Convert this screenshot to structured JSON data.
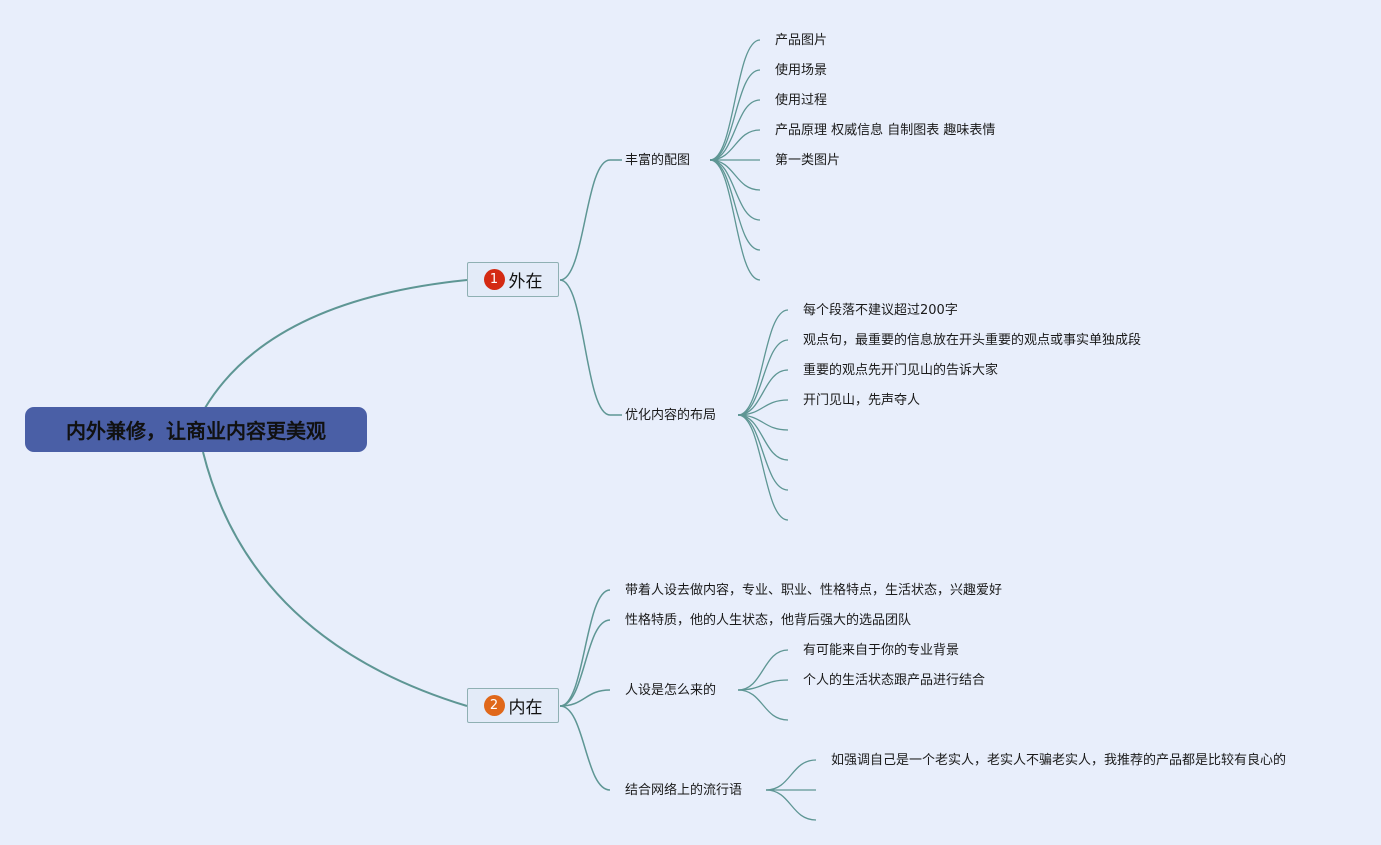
{
  "root": {
    "label": "内外兼修，让商业内容更美观"
  },
  "branches": [
    {
      "badge": "1",
      "badge_color": "#d42a12",
      "label": "外在",
      "children": [
        {
          "label": "丰富的配图",
          "children": [
            "产品图片",
            "使用场景",
            "使用过程",
            "产品原理 权威信息 自制图表 趣味表情",
            "第一类图片",
            "",
            "",
            "",
            ""
          ]
        },
        {
          "label": "优化内容的布局",
          "children": [
            "每个段落不建议超过200字",
            "观点句，最重要的信息放在开头重要的观点或事实单独成段",
            "重要的观点先开门见山的告诉大家",
            "开门见山，先声夺人",
            "",
            "",
            "",
            ""
          ]
        }
      ]
    },
    {
      "badge": "2",
      "badge_color": "#e0681a",
      "label": "内在",
      "children": [
        {
          "label": "带着人设去做内容，专业、职业、性格特点，生活状态，兴趣爱好",
          "children": []
        },
        {
          "label": "性格特质，他的人生状态，他背后强大的选品团队",
          "children": []
        },
        {
          "label": "人设是怎么来的",
          "children": [
            "有可能来自于你的专业背景",
            "个人的生活状态跟产品进行结合",
            ""
          ]
        },
        {
          "label": "结合网络上的流行语",
          "children": [
            "如强调自己是一个老实人，老实人不骗老实人，我推荐的产品都是比较有良心的",
            "",
            ""
          ]
        }
      ]
    }
  ],
  "colors": {
    "background": "#e8eefb",
    "line": "#5e9694",
    "root_fill": "#4a5fa6"
  }
}
